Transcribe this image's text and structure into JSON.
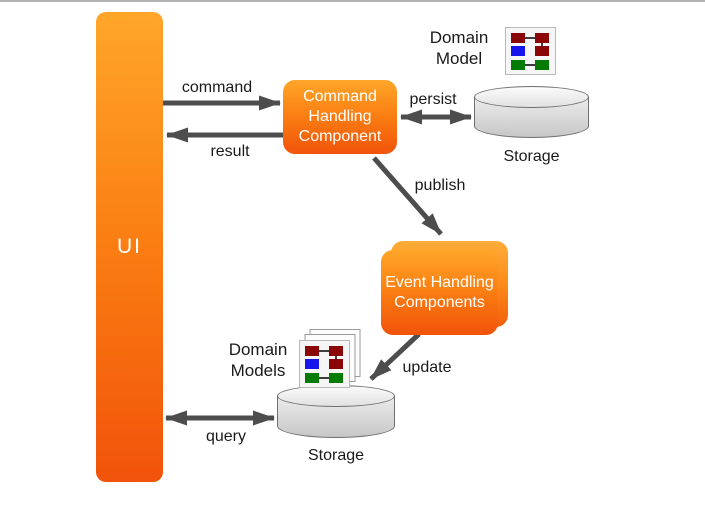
{
  "page": {
    "background": "#ffffff",
    "top_rule_color": "#b3b3b3"
  },
  "colors": {
    "node_orange_top": "#FFA629",
    "node_orange_bottom": "#F1530A",
    "node_text": "#ffffff",
    "arrow_gray": "#4D4D4D",
    "cylinder_body": "#D9D9D9",
    "cylinder_top": "#F4F4F4",
    "cylinder_outline": "#6F6F6F",
    "icon_red": "#8B0707",
    "icon_blue": "#1616EC",
    "icon_green": "#047C04",
    "label_text": "#1a1a1a"
  },
  "nodes": {
    "ui": {
      "label": "UI"
    },
    "command_handling": {
      "label": "Command Handling Component"
    },
    "event_handling": {
      "label": "Event Handling Components"
    },
    "storage_top": {
      "label": "Storage"
    },
    "storage_bottom": {
      "label": "Storage"
    },
    "domain_model": {
      "label": "Domain Model"
    },
    "domain_models": {
      "label": "Domain Models"
    }
  },
  "edges": {
    "command": {
      "label": "command",
      "from": "ui",
      "to": "command_handling",
      "direction": "one-way"
    },
    "result": {
      "label": "result",
      "from": "command_handling",
      "to": "ui",
      "direction": "one-way"
    },
    "persist": {
      "label": "persist",
      "from": "command_handling",
      "to": "storage_top",
      "direction": "two-way"
    },
    "publish": {
      "label": "publish",
      "from": "command_handling",
      "to": "event_handling",
      "direction": "one-way"
    },
    "update": {
      "label": "update",
      "from": "event_handling",
      "to": "storage_bottom",
      "direction": "one-way"
    },
    "query": {
      "label": "query",
      "from": "ui",
      "to": "storage_bottom",
      "direction": "two-way"
    }
  },
  "icons": {
    "domain_model_icon": "entity-diagram-icon",
    "domain_models_icon": "stacked-entity-diagrams-icon",
    "storage_icon": "database-cylinder-icon"
  }
}
